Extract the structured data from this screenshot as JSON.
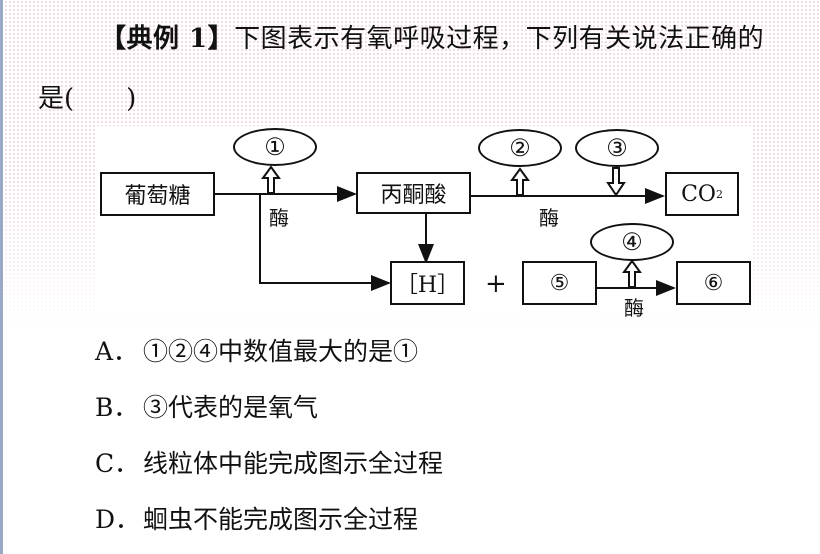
{
  "question": {
    "tag": "【典例 1】",
    "stem_line1": "下图表示有氧呼吸过程，下列有关说法正确的",
    "stem_line2": "是(　　)"
  },
  "diagram": {
    "nodes": {
      "glucose": "葡萄糖",
      "pyruvate": "丙酮酸",
      "co2_main": "CO",
      "co2_sub": "2",
      "h": "［H］",
      "five": "⑤",
      "six": "⑥"
    },
    "ellipses": {
      "one": "①",
      "two": "②",
      "three": "③",
      "four": "④"
    },
    "enzyme_label": "酶",
    "plus": "+"
  },
  "options": [
    {
      "letter": "A．",
      "text": "①②④中数值最大的是①"
    },
    {
      "letter": "B．",
      "text": "③代表的是氧气"
    },
    {
      "letter": "C．",
      "text": "线粒体中能完成图示全过程"
    },
    {
      "letter": "D．",
      "text": "蛔虫不能完成图示全过程"
    }
  ]
}
